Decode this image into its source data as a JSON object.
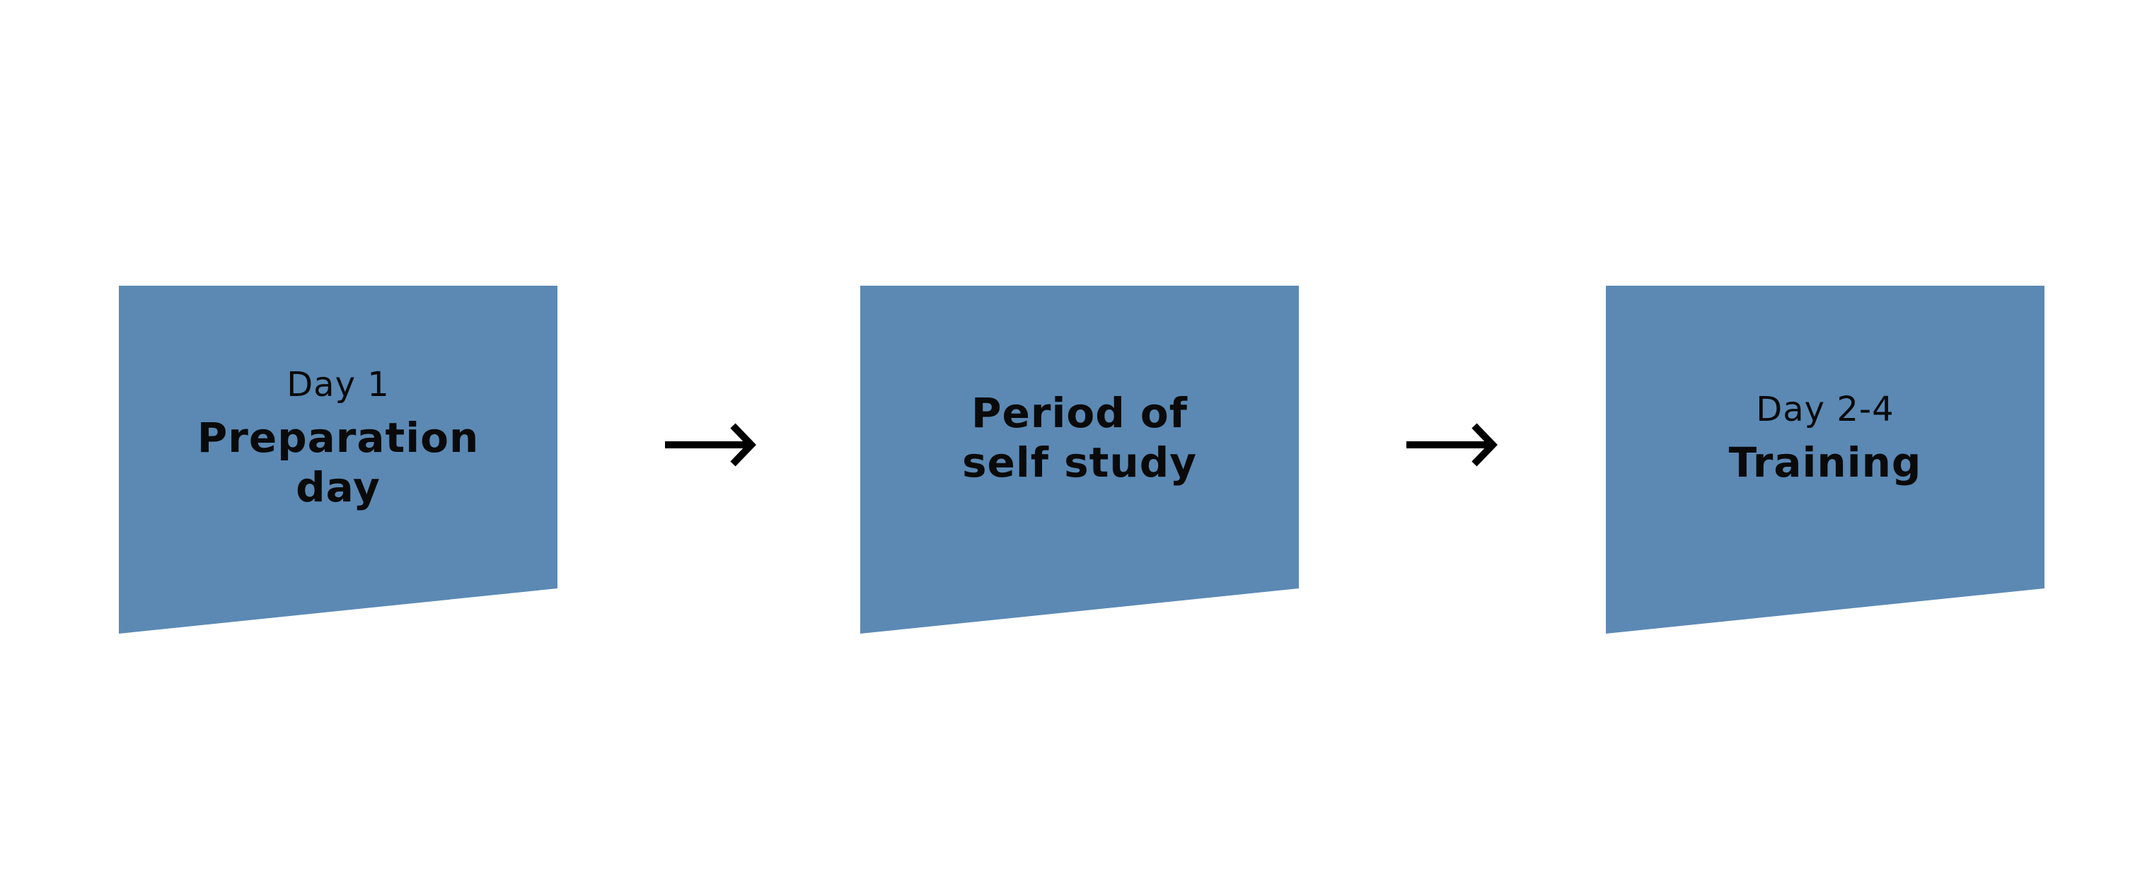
{
  "diagram": {
    "fill_color": "#5b89b4",
    "text_color": "#0a0a0a",
    "arrow_color": "#000000",
    "steps": [
      {
        "day": "Day 1",
        "title": "Preparation\nday"
      },
      {
        "day": "",
        "title": "Period of\nself study"
      },
      {
        "day": "Day 2-4",
        "title": "Training"
      }
    ],
    "connectors": [
      {
        "icon": "right-arrow-icon"
      },
      {
        "icon": "right-arrow-icon"
      }
    ]
  }
}
